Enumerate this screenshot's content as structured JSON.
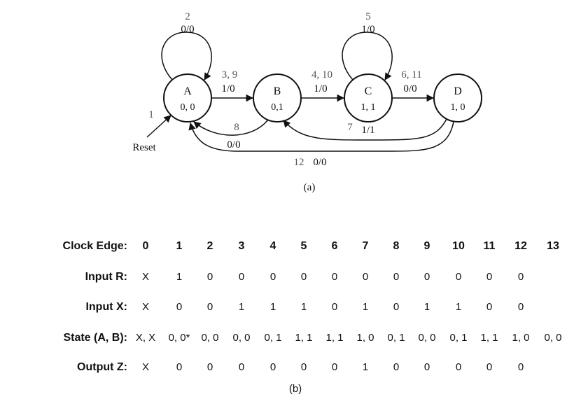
{
  "diagram": {
    "caption": "(a)",
    "reset_label": "Reset",
    "reset_step": "1",
    "states": [
      {
        "name": "A",
        "output": "0, 0"
      },
      {
        "name": "B",
        "output": "0,1"
      },
      {
        "name": "C",
        "output": "1, 1"
      },
      {
        "name": "D",
        "output": "1, 0"
      }
    ],
    "transitions": {
      "a_self": {
        "step": "2",
        "io": "0/0"
      },
      "a_to_b": {
        "step": "3, 9",
        "io": "1/0"
      },
      "b_to_c": {
        "step": "4, 10",
        "io": "1/0"
      },
      "c_self": {
        "step": "5",
        "io": "1/0"
      },
      "c_to_d": {
        "step": "6, 11",
        "io": "0/0"
      },
      "d_to_b": {
        "step": "7",
        "io": "1/1"
      },
      "b_to_a": {
        "step": "8",
        "io": "0/0"
      },
      "d_to_a": {
        "step": "12",
        "io": "0/0"
      }
    }
  },
  "table": {
    "caption": "(b)",
    "rows": [
      {
        "header": "Clock Edge:",
        "values": [
          "0",
          "1",
          "2",
          "3",
          "4",
          "5",
          "6",
          "7",
          "8",
          "9",
          "10",
          "11",
          "12",
          "13"
        ],
        "bold": true
      },
      {
        "header": "Input R:",
        "values": [
          "X",
          "1",
          "0",
          "0",
          "0",
          "0",
          "0",
          "0",
          "0",
          "0",
          "0",
          "0",
          "0"
        ],
        "bold": false
      },
      {
        "header": "Input X:",
        "values": [
          "X",
          "0",
          "0",
          "1",
          "1",
          "1",
          "0",
          "1",
          "0",
          "1",
          "1",
          "0",
          "0"
        ],
        "bold": false
      },
      {
        "header": "State (A, B):",
        "values": [
          "X, X",
          "0, 0*",
          "0, 0",
          "0, 0",
          "0, 1",
          "1, 1",
          "1, 1",
          "1, 0",
          "0, 1",
          "0, 0",
          "0, 1",
          "1, 1",
          "1, 0",
          "0, 0"
        ],
        "bold": false
      },
      {
        "header": "Output Z:",
        "values": [
          "X",
          "0",
          "0",
          "0",
          "0",
          "0",
          "0",
          "1",
          "0",
          "0",
          "0",
          "0",
          "0"
        ],
        "bold": false
      }
    ]
  }
}
